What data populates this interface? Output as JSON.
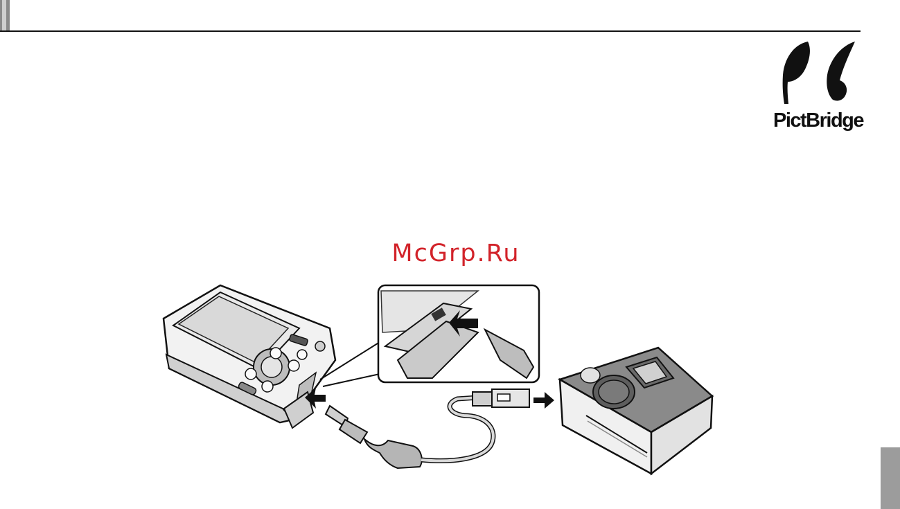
{
  "header": {
    "tab": "chapter-tab",
    "rule": "header-rule"
  },
  "logo": {
    "text": "PictBridge",
    "icon": "pictbridge-logo-icon"
  },
  "watermark": {
    "text": "McGrp.Ru",
    "color": "#d2232a"
  },
  "illustration": {
    "camera": "camera-icon",
    "detail_inset": "usb-port-closeup",
    "cable": "usb-cable-icon",
    "printer": "printer-icon",
    "arrows": [
      "insert-arrow-icon",
      "insert-arrow-icon",
      "connect-arrow-icon"
    ]
  },
  "side_tab": {
    "color": "#9c9c9c"
  }
}
